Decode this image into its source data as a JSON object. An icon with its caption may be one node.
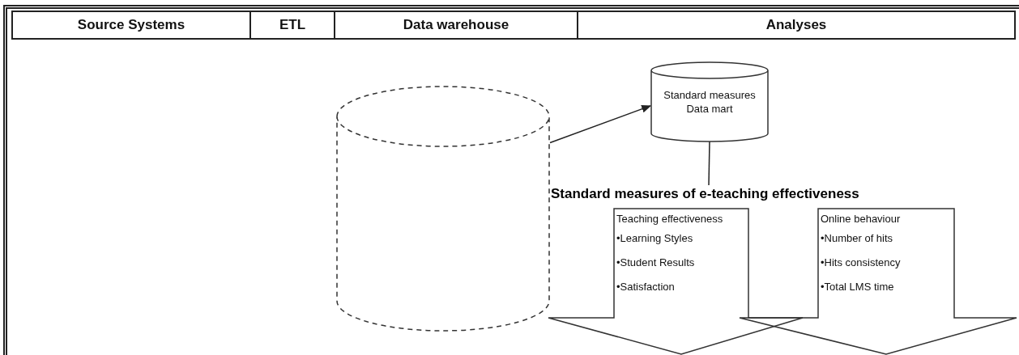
{
  "diagram": {
    "nodes": [
      {
        "text": [
          "Source Systems"
        ]
      },
      {
        "text": [
          "ETL"
        ]
      },
      {
        "text": [
          "Data warehouse"
        ]
      },
      {
        "text": [
          "Analyses"
        ]
      },
      {
        "text": [],
        "shape": "cylinder"
      },
      {
        "text": [
          "Standard measures Data mart"
        ]
      },
      {
        "text": [
          "Standard measures of e-teaching effectiveness"
        ]
      },
      {
        "text": [
          "Teaching effectiveness",
          "•Learning Styles",
          "•Student Results",
          "•Satisfaction"
        ]
      },
      {
        "text": [
          "Online behaviour",
          "•Number of hits",
          "•Hits consistency",
          "•Total LMS time"
        ]
      }
    ],
    "edges": [
      {
        "from": 4,
        "to": 5,
        "arrow": "to"
      },
      {
        "from": 5,
        "to": 6,
        "arrow": "none"
      }
    ]
  }
}
